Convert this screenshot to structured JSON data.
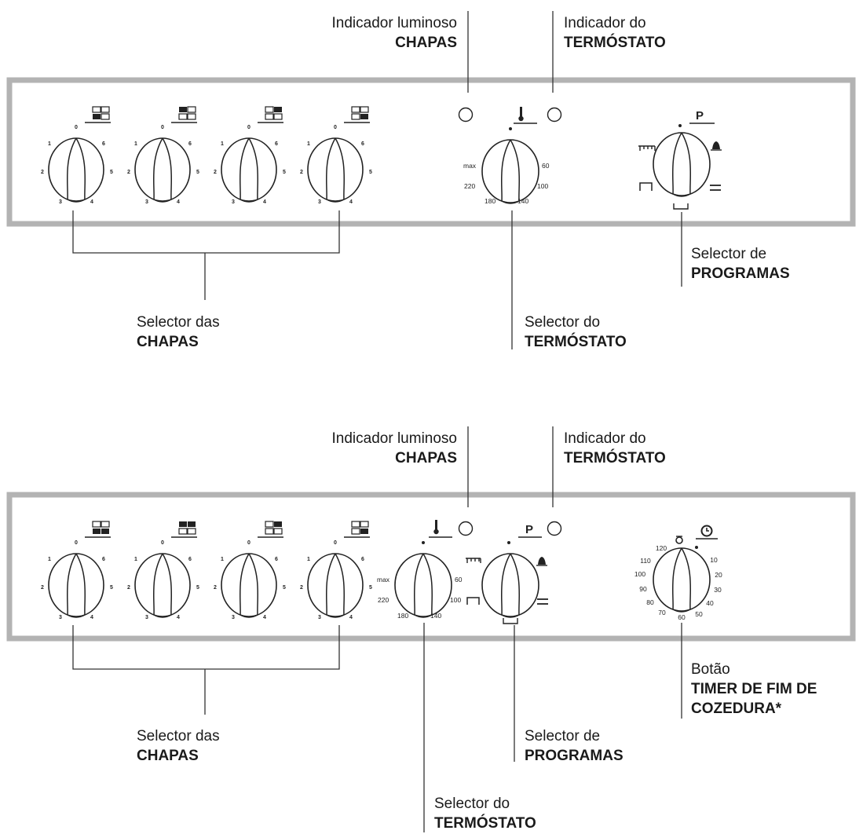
{
  "panel_top": {
    "indicator_hob": {
      "line1": "Indicador luminoso",
      "line2": "CHAPAS"
    },
    "indicator_thermostat": {
      "line1": "Indicador do",
      "line2": "TERMÓSTATO"
    },
    "selector_programs": {
      "line1": "Selector de",
      "line2": "PROGRAMAS"
    },
    "selector_hob": {
      "line1": "Selector das",
      "line2": "CHAPAS"
    },
    "selector_thermostat": {
      "line1": "Selector do",
      "line2": "TERMÓSTATO"
    }
  },
  "panel_bottom": {
    "indicator_hob": {
      "line1": "Indicador luminoso",
      "line2": "CHAPAS"
    },
    "indicator_thermostat": {
      "line1": "Indicador do",
      "line2": "TERMÓSTATO"
    },
    "timer": {
      "line1": "Botão",
      "line2": "TIMER DE FIM DE",
      "line3": "COZEDURA*"
    },
    "selector_hob": {
      "line1": "Selector das",
      "line2": "CHAPAS"
    },
    "selector_programs": {
      "line1": "Selector de",
      "line2": "PROGRAMAS"
    },
    "selector_thermostat": {
      "line1": "Selector do",
      "line2": "TERMÓSTATO"
    }
  },
  "hob_scale": [
    "0",
    "1",
    "2",
    "3",
    "4",
    "5",
    "6"
  ],
  "thermostat_scale": [
    "max",
    "220",
    "180",
    "140",
    "100",
    "60"
  ],
  "timer_scale": [
    "120",
    "110",
    "100",
    "90",
    "80",
    "70",
    "60",
    "50",
    "40",
    "30",
    "20",
    "10"
  ],
  "program_symbol": "P"
}
